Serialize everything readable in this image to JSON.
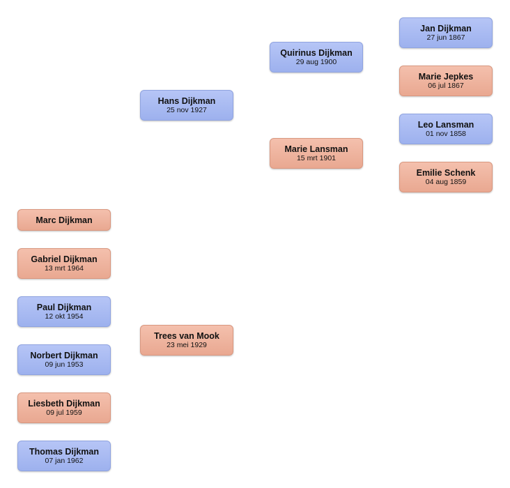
{
  "ancestors": {
    "grandparents": [
      {
        "name": "Jan Dijkman",
        "date": "27 jun 1867",
        "sex": "male"
      },
      {
        "name": "Marie Jepkes",
        "date": "06 jul 1867",
        "sex": "female"
      },
      {
        "name": "Leo Lansman",
        "date": "01 nov 1858",
        "sex": "male"
      },
      {
        "name": "Emilie Schenk",
        "date": "04 aug 1859",
        "sex": "female"
      }
    ],
    "parents": [
      {
        "name": "Quirinus Dijkman",
        "date": "29 aug 1900",
        "sex": "male"
      },
      {
        "name": "Marie Lansman",
        "date": "15 mrt 1901",
        "sex": "female"
      }
    ]
  },
  "couple": {
    "husband": {
      "name": "Hans Dijkman",
      "date": "25 nov 1927",
      "sex": "male"
    },
    "wife": {
      "name": "Trees van Mook",
      "date": "23 mei 1929",
      "sex": "female"
    }
  },
  "children": [
    {
      "name": "Marc Dijkman",
      "date": "",
      "sex": "female"
    },
    {
      "name": "Gabriel Dijkman",
      "date": "13 mrt 1964",
      "sex": "female"
    },
    {
      "name": "Paul Dijkman",
      "date": "12 okt 1954",
      "sex": "male"
    },
    {
      "name": "Norbert Dijkman",
      "date": "09 jun 1953",
      "sex": "male"
    },
    {
      "name": "Liesbeth Dijkman",
      "date": "09 jul 1959",
      "sex": "female"
    },
    {
      "name": "Thomas Dijkman",
      "date": "07 jan 1962",
      "sex": "male"
    }
  ],
  "colors": {
    "male": "#a9bbf2",
    "female": "#eeb39e"
  }
}
